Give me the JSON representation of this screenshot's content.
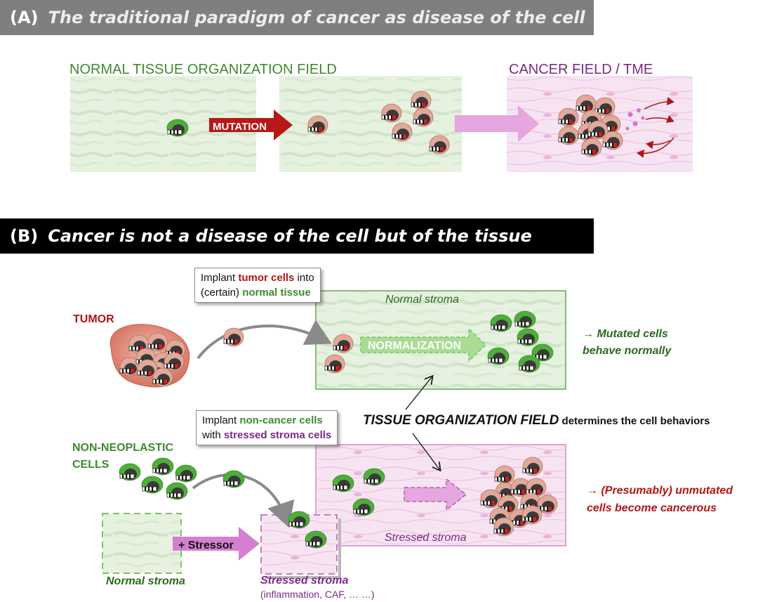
{
  "panel_a": {
    "label": "(A)",
    "title": "The traditional paradigm of cancer as disease of the cell",
    "normal_field_label": "NORMAL TISSUE ORGANIZATION FIELD",
    "cancer_field_label": "CANCER FIELD / TME",
    "mutation_arrow": "MUTATION"
  },
  "panel_b": {
    "label": "(B)",
    "title": "Cancer is not a disease of the cell but of the tissue",
    "tumor_label": "TUMOR",
    "callout_top": {
      "p1": "Implant ",
      "h1": "tumor cells",
      "p2": " into",
      "p3": "(certain) ",
      "h2": "normal tissue"
    },
    "normal_stroma_label": "Normal stroma",
    "normalization_arrow": "NORMALIZATION",
    "result_top": {
      "line1": "→ Mutated cells",
      "line2": "behave normally"
    },
    "central": {
      "strong": "TISSUE ORGANIZATION FIELD",
      "rest": " determines the cell behaviors"
    },
    "callout_bottom": {
      "p1": "Implant ",
      "h1": "non-cancer cells",
      "p2": "with ",
      "h2": "stressed stroma cells"
    },
    "non_neoplastic_line1": "NON-NEOPLASTIC",
    "non_neoplastic_line2": "CELLS",
    "stressed_stroma_label": "Stressed stroma",
    "result_bottom": {
      "line1": "→ (Presumably) unmutated",
      "line2": "cells become cancerous"
    },
    "stressor_arrow": "+ Stressor",
    "normal_stroma_bottom": "Normal stroma",
    "stressed_stroma_bottom": "Stressed stroma",
    "stressed_stroma_sub": "(inflammation, CAF, … …)"
  },
  "colors": {
    "normal_tissue_bg": "#e6f1e0",
    "cancer_tissue_bg": "#f7e4f2",
    "mutation_arrow": "#b81818",
    "field_arrow": "#e6a6df",
    "normal_cell": "#4fae3a",
    "cancer_cell": "#e0a99a",
    "nucleus": "#3a3a3a"
  }
}
